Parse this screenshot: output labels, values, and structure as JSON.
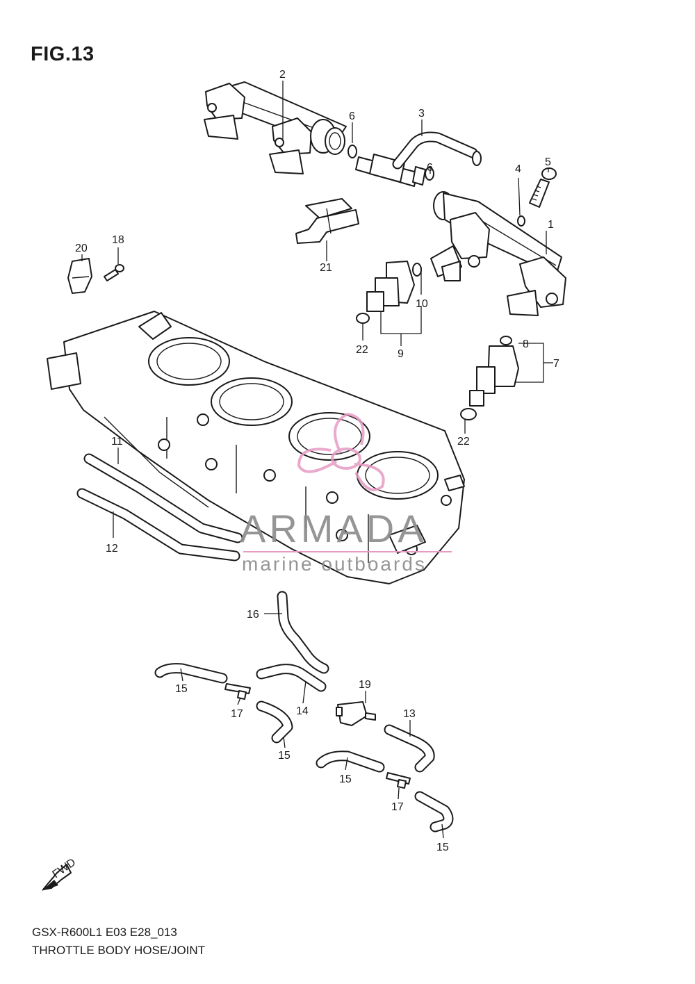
{
  "figure": {
    "title": "FIG.13",
    "model_code": "GSX-R600L1 E03 E28_013",
    "assembly_name": "THROTTLE BODY HOSE/JOINT"
  },
  "callouts": [
    "1",
    "2",
    "3",
    "4",
    "5",
    "6",
    "6",
    "7",
    "8",
    "9",
    "10",
    "11",
    "12",
    "13",
    "14",
    "15",
    "15",
    "15",
    "15",
    "16",
    "17",
    "17",
    "18",
    "19",
    "20",
    "21",
    "22",
    "22"
  ],
  "direction_marker": "FWD",
  "watermark": {
    "brand": "ARMADA",
    "tagline": "marine outboards",
    "colors": {
      "text": "#8d8d8d",
      "logo": "#e79bc4"
    }
  }
}
